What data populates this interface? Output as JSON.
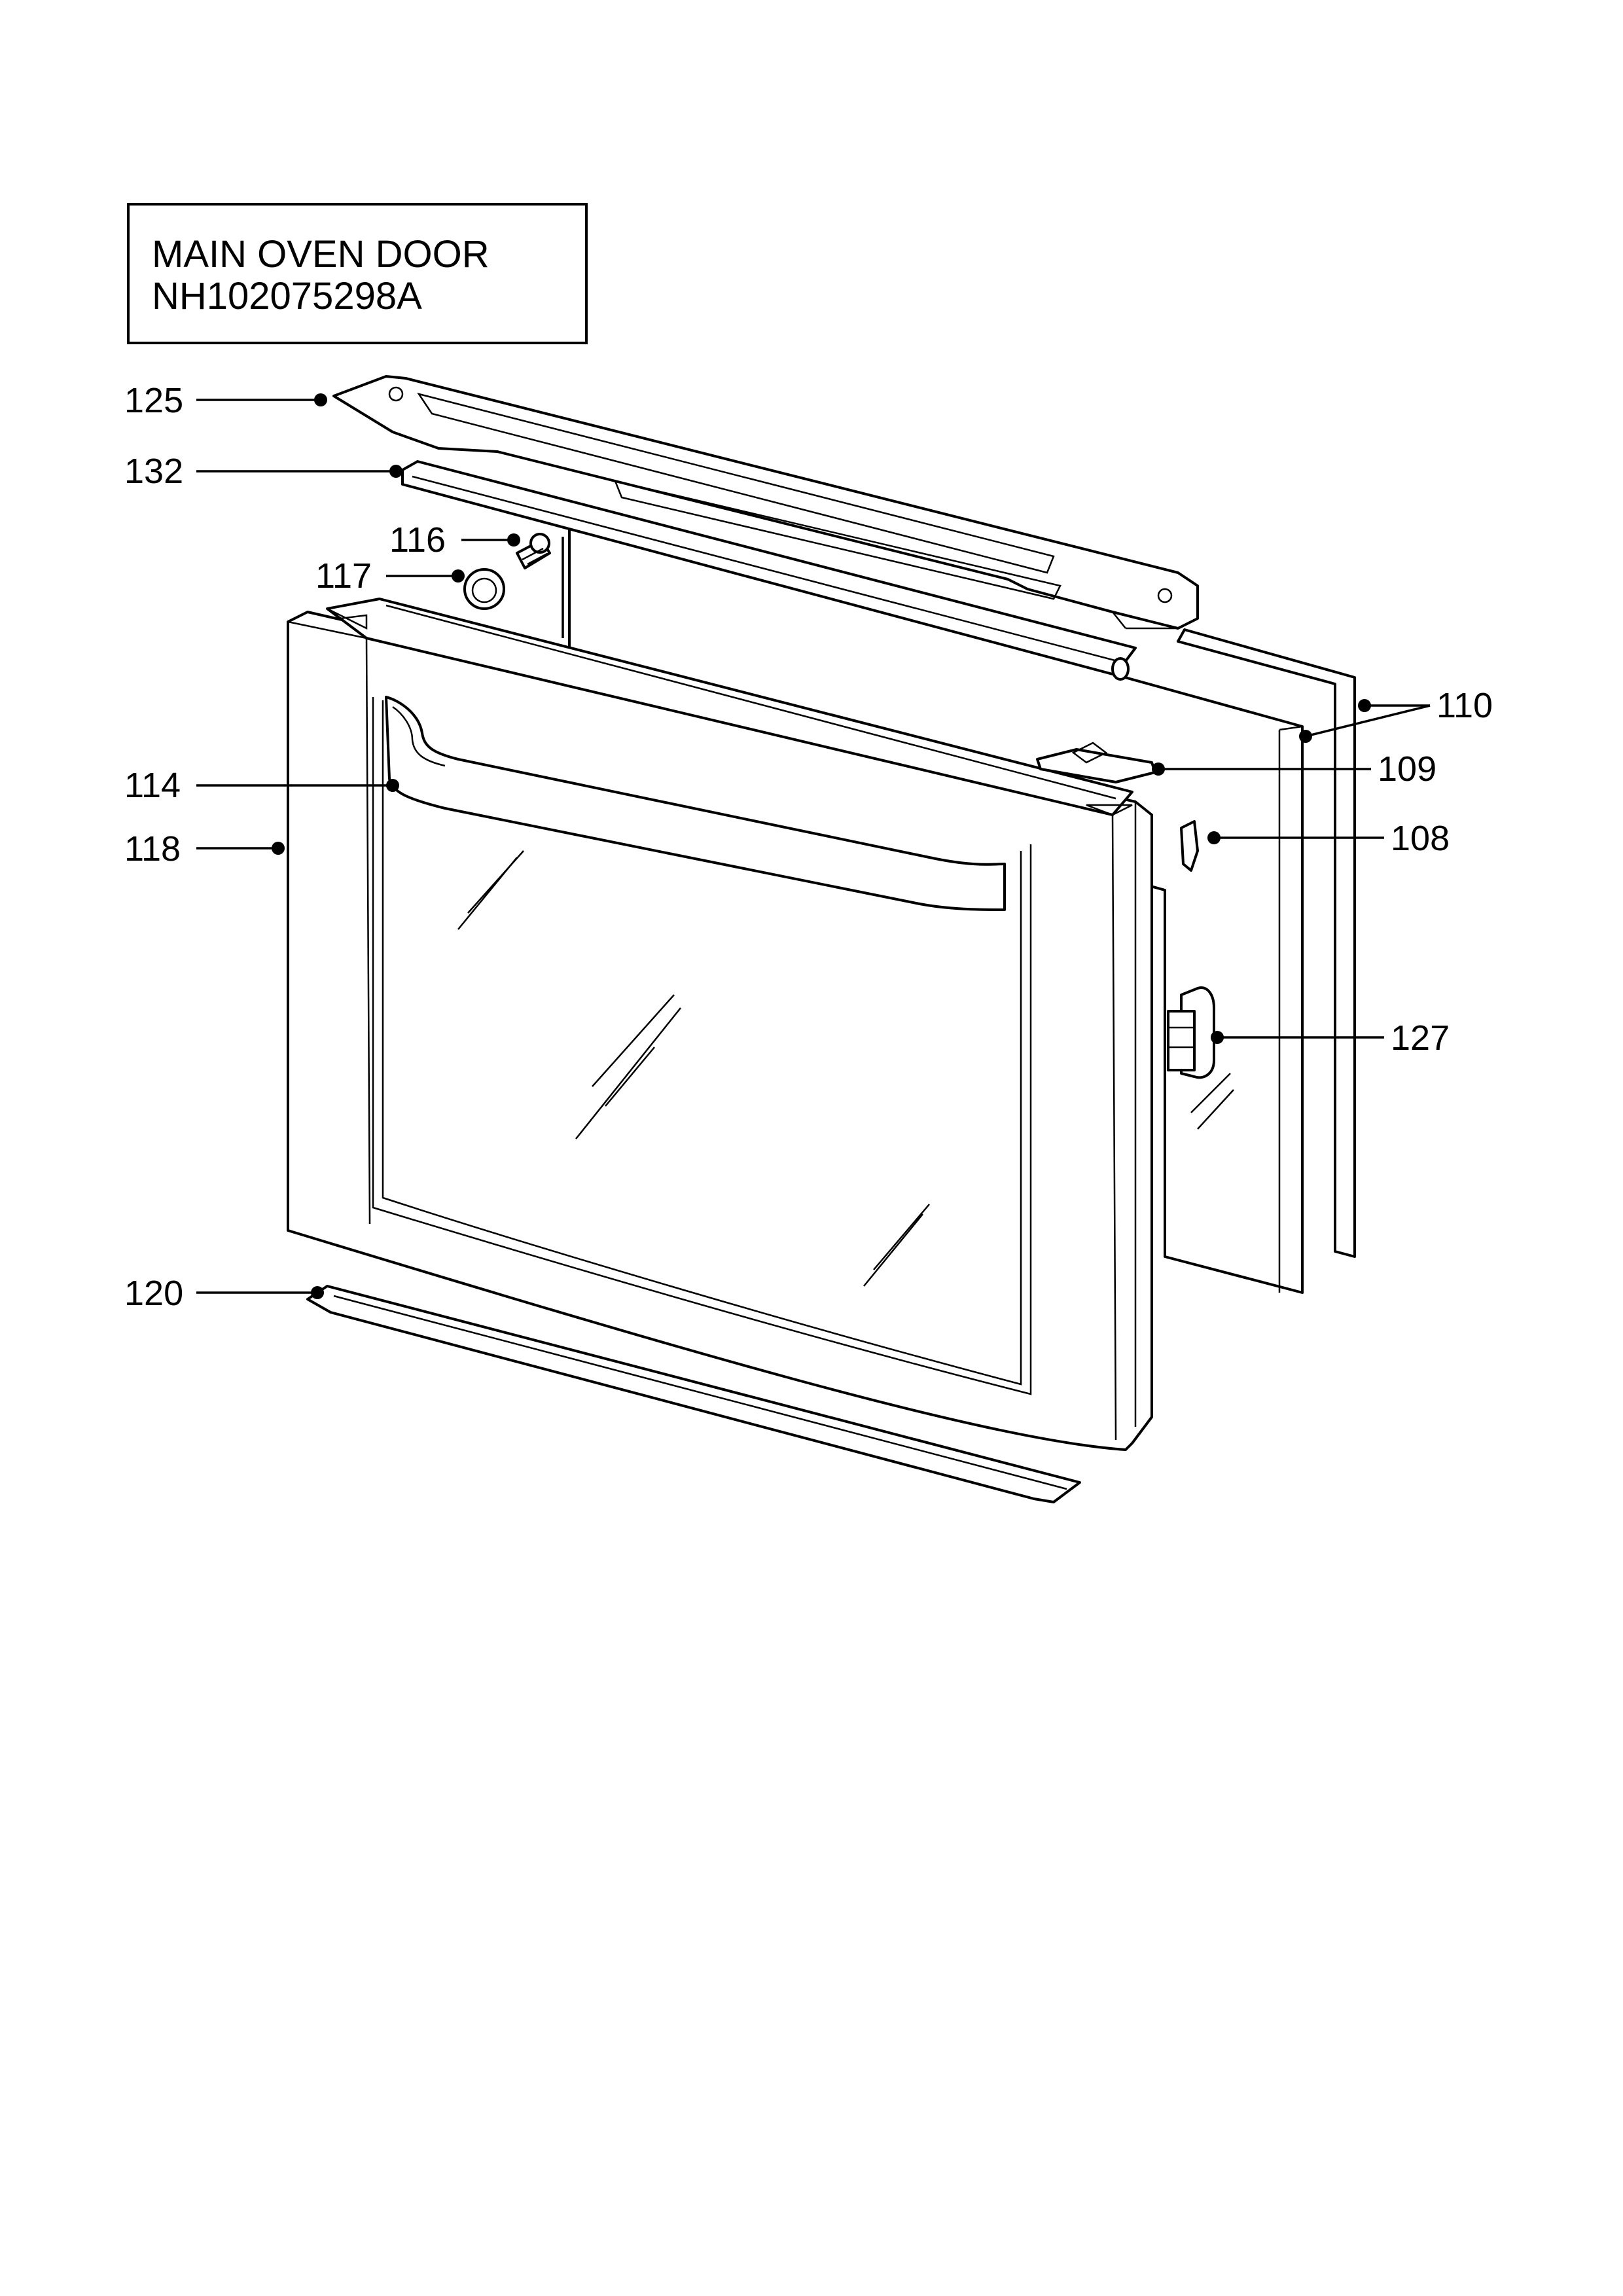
{
  "title": {
    "line1": "MAIN OVEN DOOR",
    "line2": "NH102075298A"
  },
  "callouts": [
    {
      "id": "125",
      "label": "125"
    },
    {
      "id": "132",
      "label": "132"
    },
    {
      "id": "116",
      "label": "116"
    },
    {
      "id": "117",
      "label": "117"
    },
    {
      "id": "114",
      "label": "114"
    },
    {
      "id": "118",
      "label": "118"
    },
    {
      "id": "120",
      "label": "120"
    },
    {
      "id": "110",
      "label": "110"
    },
    {
      "id": "109",
      "label": "109"
    },
    {
      "id": "108",
      "label": "108"
    },
    {
      "id": "127",
      "label": "127"
    }
  ],
  "colors": {
    "line": "#000000",
    "background": "#ffffff"
  }
}
